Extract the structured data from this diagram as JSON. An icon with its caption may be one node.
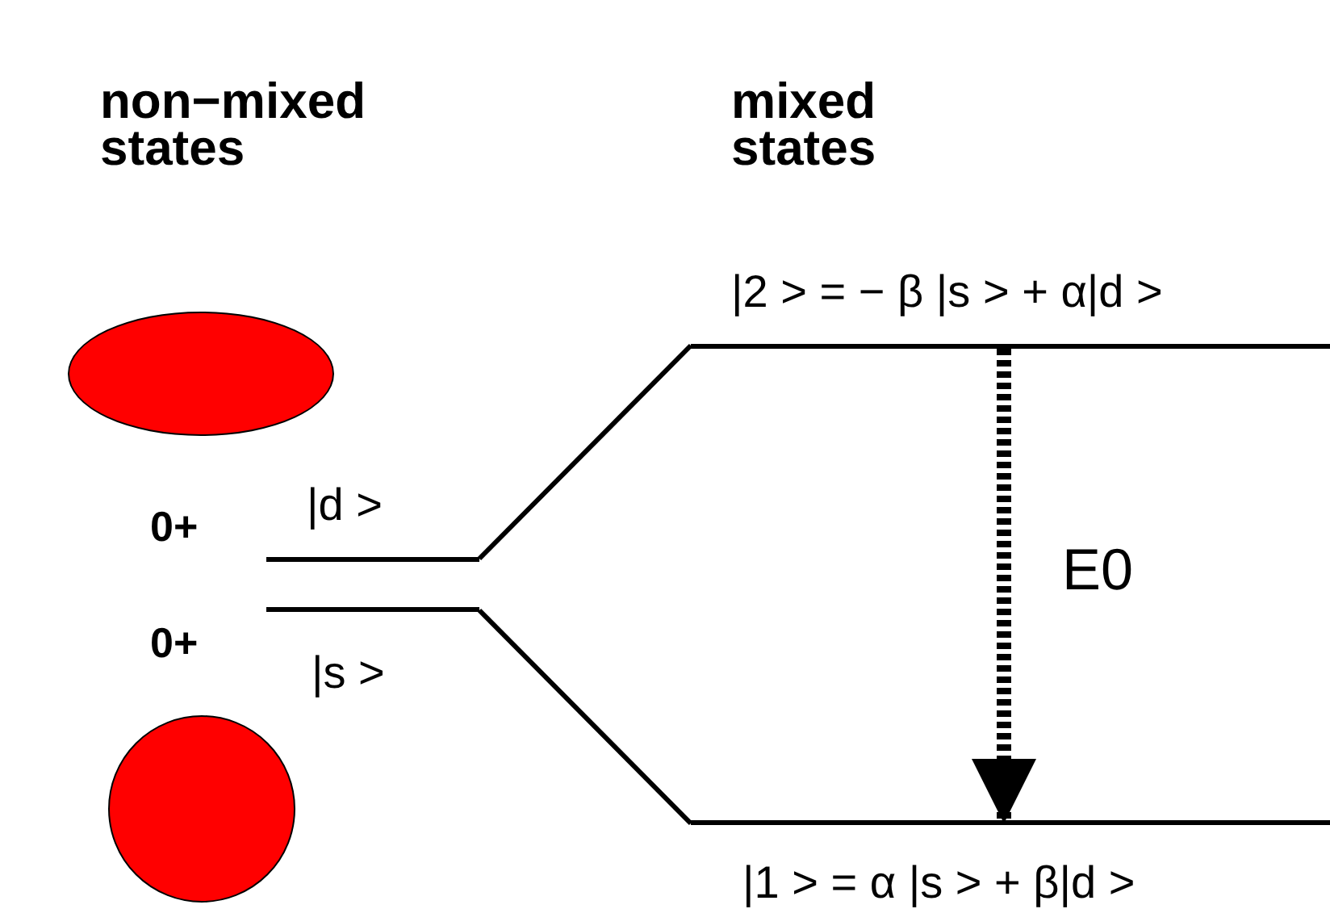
{
  "diagram": {
    "nodes": [
      {
        "text": [
          "|2 > = − β |s > + α|d >"
        ]
      },
      {
        "text": [],
        "shape": "ellipse"
      },
      {
        "text": [
          "|d >"
        ],
        "beside": [
          "0+"
        ]
      },
      {
        "text": [
          "|s >"
        ],
        "beside": [
          "0+"
        ]
      },
      {
        "text": [],
        "shape": "circle"
      },
      {
        "text": [
          "|1 > = α |s > + β|d >"
        ]
      }
    ],
    "edges": [
      {
        "from": 2,
        "to": 0,
        "arrow": "none"
      },
      {
        "from": 3,
        "to": 5,
        "arrow": "none"
      },
      {
        "from": 0,
        "to": 5,
        "arrow": "to",
        "style": "dashed",
        "label": "E0"
      }
    ],
    "labels": [
      "non−mixed states",
      "mixed states"
    ]
  }
}
